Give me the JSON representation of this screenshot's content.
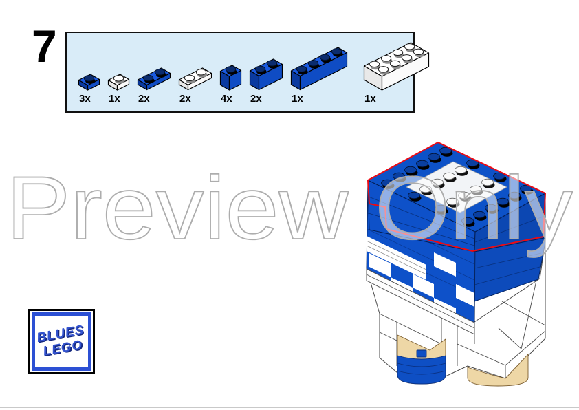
{
  "page": {
    "step_number": "7",
    "watermark_text": "Preview Only",
    "background": "#ffffff",
    "bottom_rule_color": "#c9c9c9"
  },
  "parts_panel": {
    "background": "#d9ecf8",
    "border_color": "#111111",
    "parts": [
      {
        "qty": "3x",
        "piece": "plate-1x1",
        "color": "blue",
        "kind": "plate",
        "w": 1,
        "d": 1
      },
      {
        "qty": "1x",
        "piece": "plate-1x1",
        "color": "white",
        "kind": "plate",
        "w": 1,
        "d": 1
      },
      {
        "qty": "2x",
        "piece": "plate-1x2",
        "color": "blue",
        "kind": "plate",
        "w": 2,
        "d": 1
      },
      {
        "qty": "2x",
        "piece": "plate-1x2",
        "color": "white",
        "kind": "plate",
        "w": 2,
        "d": 1
      },
      {
        "qty": "4x",
        "piece": "brick-1x1",
        "color": "blue",
        "kind": "brick",
        "w": 1,
        "d": 1
      },
      {
        "qty": "2x",
        "piece": "brick-1x2",
        "color": "blue",
        "kind": "brick",
        "w": 2,
        "d": 1
      },
      {
        "qty": "1x",
        "piece": "brick-1x4",
        "color": "blue",
        "kind": "brick",
        "w": 4,
        "d": 1
      },
      {
        "qty": "1x",
        "piece": "brick-2x4",
        "color": "white",
        "kind": "brick",
        "w": 4,
        "d": 2
      }
    ]
  },
  "logo": {
    "line1": "BLUES",
    "line2": "LEGO",
    "text_color": "#3353cf",
    "border_outer_color": "#000000",
    "border_inner_color": "#2c50d4"
  },
  "model": {
    "colors": {
      "brick_blue": "#0e51c9",
      "brick_blue_dark": "#0c47b2",
      "brick_white": "#ffffff",
      "skin_tan": "#eed7a6",
      "sock_blue": "#0e4fc4",
      "new_parts_outline_red": "#ee0a12"
    }
  }
}
